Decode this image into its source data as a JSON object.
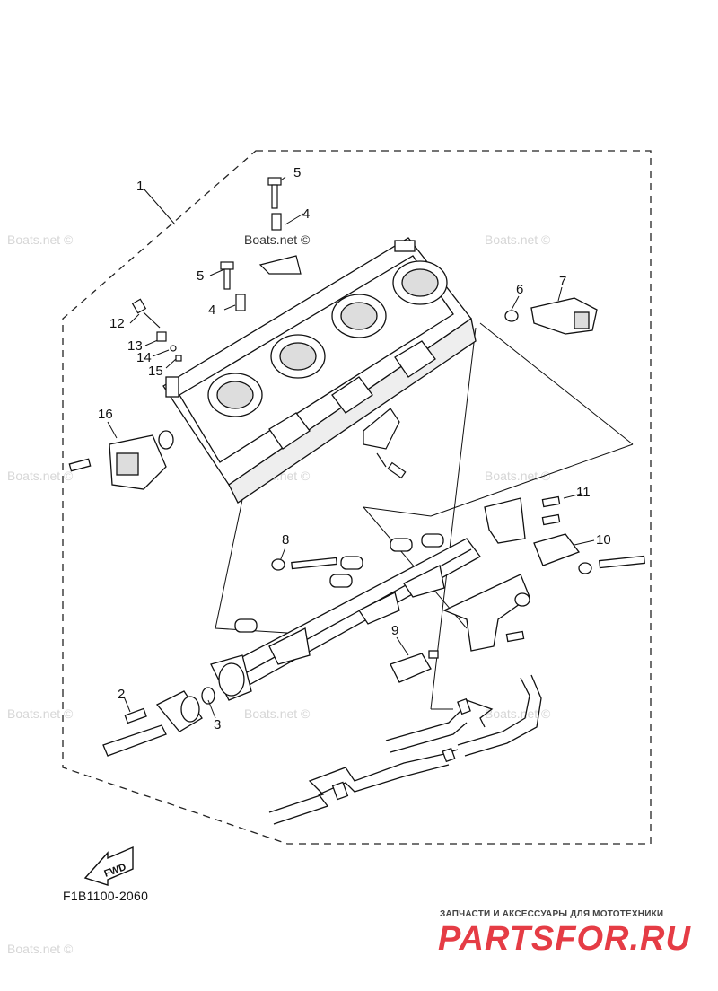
{
  "diagram": {
    "code": "F1B1100-2060",
    "direction_label": "FWD",
    "watermark_text": "Boats.net ©",
    "callouts": [
      {
        "id": "c1",
        "label": "1"
      },
      {
        "id": "c2",
        "label": "2"
      },
      {
        "id": "c3",
        "label": "3"
      },
      {
        "id": "c4a",
        "label": "4"
      },
      {
        "id": "c4b",
        "label": "4"
      },
      {
        "id": "c5a",
        "label": "5"
      },
      {
        "id": "c5b",
        "label": "5"
      },
      {
        "id": "c6",
        "label": "6"
      },
      {
        "id": "c7",
        "label": "7"
      },
      {
        "id": "c8",
        "label": "8"
      },
      {
        "id": "c9",
        "label": "9"
      },
      {
        "id": "c10",
        "label": "10"
      },
      {
        "id": "c11",
        "label": "11"
      },
      {
        "id": "c12",
        "label": "12"
      },
      {
        "id": "c13",
        "label": "13"
      },
      {
        "id": "c14",
        "label": "14"
      },
      {
        "id": "c15",
        "label": "15"
      },
      {
        "id": "c16",
        "label": "16"
      }
    ]
  },
  "footer": {
    "tagline": "ЗАПЧАСТИ И АКСЕССУАРЫ ДЛЯ МОТОТЕХНИКИ",
    "brand": "PARTSFOR.RU"
  },
  "colors": {
    "line": "#111111",
    "brand": "#e53c45",
    "watermark": "#d6d6d6"
  }
}
